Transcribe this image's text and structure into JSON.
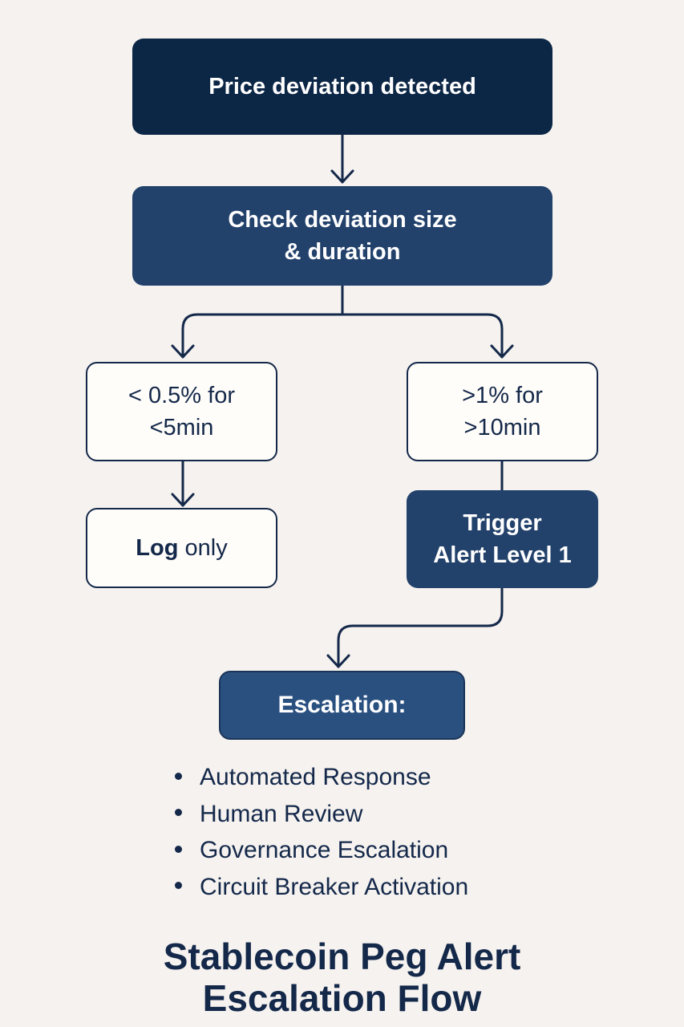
{
  "nodes": {
    "start": "Price deviation detected",
    "check": {
      "line1": "Check deviation size",
      "line2": "& duration"
    },
    "low": {
      "line1": "< 0.5% for",
      "line2": "<5min"
    },
    "high": {
      "line1": ">1% for",
      "line2": ">10min"
    },
    "log": {
      "strong": "Log",
      "rest": " only"
    },
    "trigger": {
      "line1": "Trigger",
      "line2": "Alert Level 1"
    },
    "escalation": "Escalation:"
  },
  "escalation_steps": [
    "Automated Response",
    "Human Review",
    "Governance Escalation",
    "Circuit Breaker Activation"
  ],
  "title": {
    "line1": "Stablecoin Peg Alert",
    "line2": "Escalation Flow"
  },
  "colors": {
    "background": "#f5f2ef",
    "navy_dark": "#0c2646",
    "navy_mid": "#22416b",
    "navy_accent": "#2a5080",
    "text": "#14284a",
    "box_light": "#fffdf9"
  }
}
